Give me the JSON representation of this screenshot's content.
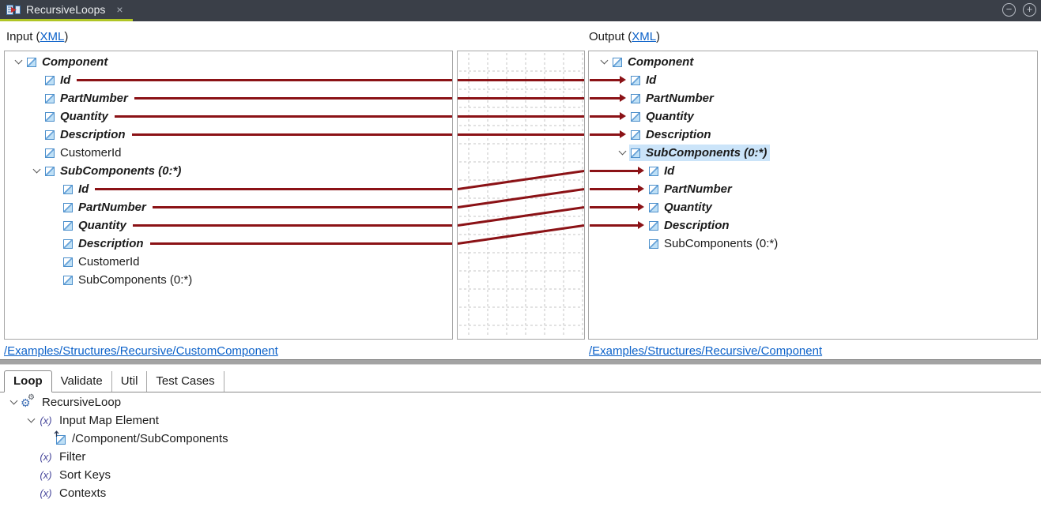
{
  "titlebar": {
    "title": "RecursiveLoops",
    "close_glyph": "×",
    "zoom_out_glyph": "−",
    "zoom_in_glyph": "+",
    "accent_color": "#B0C525",
    "bg_color": "#3A3F48"
  },
  "input_pane": {
    "label_prefix": "Input (",
    "link_text": "XML",
    "label_suffix": ")",
    "path": "/Examples/Structures/Recursive/CustomComponent"
  },
  "output_pane": {
    "label_prefix": "Output (",
    "link_text": "XML",
    "label_suffix": ")",
    "path": "/Examples/Structures/Recursive/Component"
  },
  "input_tree": [
    {
      "label": "Component",
      "depth": 0,
      "mapped": true,
      "chevron": true
    },
    {
      "label": "Id",
      "depth": 1,
      "mapped": true,
      "line": true
    },
    {
      "label": "PartNumber",
      "depth": 1,
      "mapped": true,
      "line": true
    },
    {
      "label": "Quantity",
      "depth": 1,
      "mapped": true,
      "line": true
    },
    {
      "label": "Description",
      "depth": 1,
      "mapped": true,
      "line": true
    },
    {
      "label": "CustomerId",
      "depth": 1
    },
    {
      "label": "SubComponents (0:*)",
      "depth": 1,
      "mapped": true,
      "chevron": true
    },
    {
      "label": "Id",
      "depth": 2,
      "mapped": true,
      "line": true
    },
    {
      "label": "PartNumber",
      "depth": 2,
      "mapped": true,
      "line": true
    },
    {
      "label": "Quantity",
      "depth": 2,
      "mapped": true,
      "line": true
    },
    {
      "label": "Description",
      "depth": 2,
      "mapped": true,
      "line": true
    },
    {
      "label": "CustomerId",
      "depth": 2
    },
    {
      "label": "SubComponents (0:*)",
      "depth": 2
    }
  ],
  "output_tree": [
    {
      "label": "Component",
      "depth": 0,
      "mapped": true,
      "chevron": true
    },
    {
      "label": "Id",
      "depth": 1,
      "mapped": true,
      "arrow": true
    },
    {
      "label": "PartNumber",
      "depth": 1,
      "mapped": true,
      "arrow": true
    },
    {
      "label": "Quantity",
      "depth": 1,
      "mapped": true,
      "arrow": true
    },
    {
      "label": "Description",
      "depth": 1,
      "mapped": true,
      "arrow": true
    },
    {
      "label": "SubComponents (0:*)",
      "depth": 1,
      "mapped": true,
      "chevron": true,
      "selected": true
    },
    {
      "label": "Id",
      "depth": 2,
      "mapped": true,
      "arrow": true
    },
    {
      "label": "PartNumber",
      "depth": 2,
      "mapped": true,
      "arrow": true
    },
    {
      "label": "Quantity",
      "depth": 2,
      "mapped": true,
      "arrow": true
    },
    {
      "label": "Description",
      "depth": 2,
      "mapped": true,
      "arrow": true
    },
    {
      "label": "SubComponents (0:*)",
      "depth": 2
    }
  ],
  "connections": [
    {
      "from": 1,
      "to": 1
    },
    {
      "from": 2,
      "to": 2
    },
    {
      "from": 3,
      "to": 3
    },
    {
      "from": 4,
      "to": 4
    },
    {
      "from": 7,
      "to": 6
    },
    {
      "from": 8,
      "to": 7
    },
    {
      "from": 9,
      "to": 8
    },
    {
      "from": 10,
      "to": 9
    }
  ],
  "bottom_panel": {
    "tabs": [
      {
        "label": "Loop",
        "active": true
      },
      {
        "label": "Validate"
      },
      {
        "label": "Util"
      },
      {
        "label": "Test Cases"
      }
    ],
    "tree": [
      {
        "label": "RecursiveLoop",
        "depth": 0,
        "icon": "gears",
        "chevron": true
      },
      {
        "label": "Input Map Element",
        "depth": 1,
        "icon": "fx",
        "chevron": true
      },
      {
        "label": "/Component/SubComponents",
        "depth": 2,
        "icon": "element-ref"
      },
      {
        "label": "Filter",
        "depth": 1,
        "icon": "fx"
      },
      {
        "label": "Sort Keys",
        "depth": 1,
        "icon": "fx"
      },
      {
        "label": "Contexts",
        "depth": 1,
        "icon": "fx"
      }
    ]
  },
  "icons": {
    "gear_glyph": "⚙",
    "fx_glyph": "(x)"
  },
  "colors": {
    "mapping_line": "#8B1216",
    "link": "#0B61C9",
    "selection_bg": "#CBE4F9",
    "grid_dash": "#C6C6C6",
    "pane_border": "#A6A6A6"
  }
}
